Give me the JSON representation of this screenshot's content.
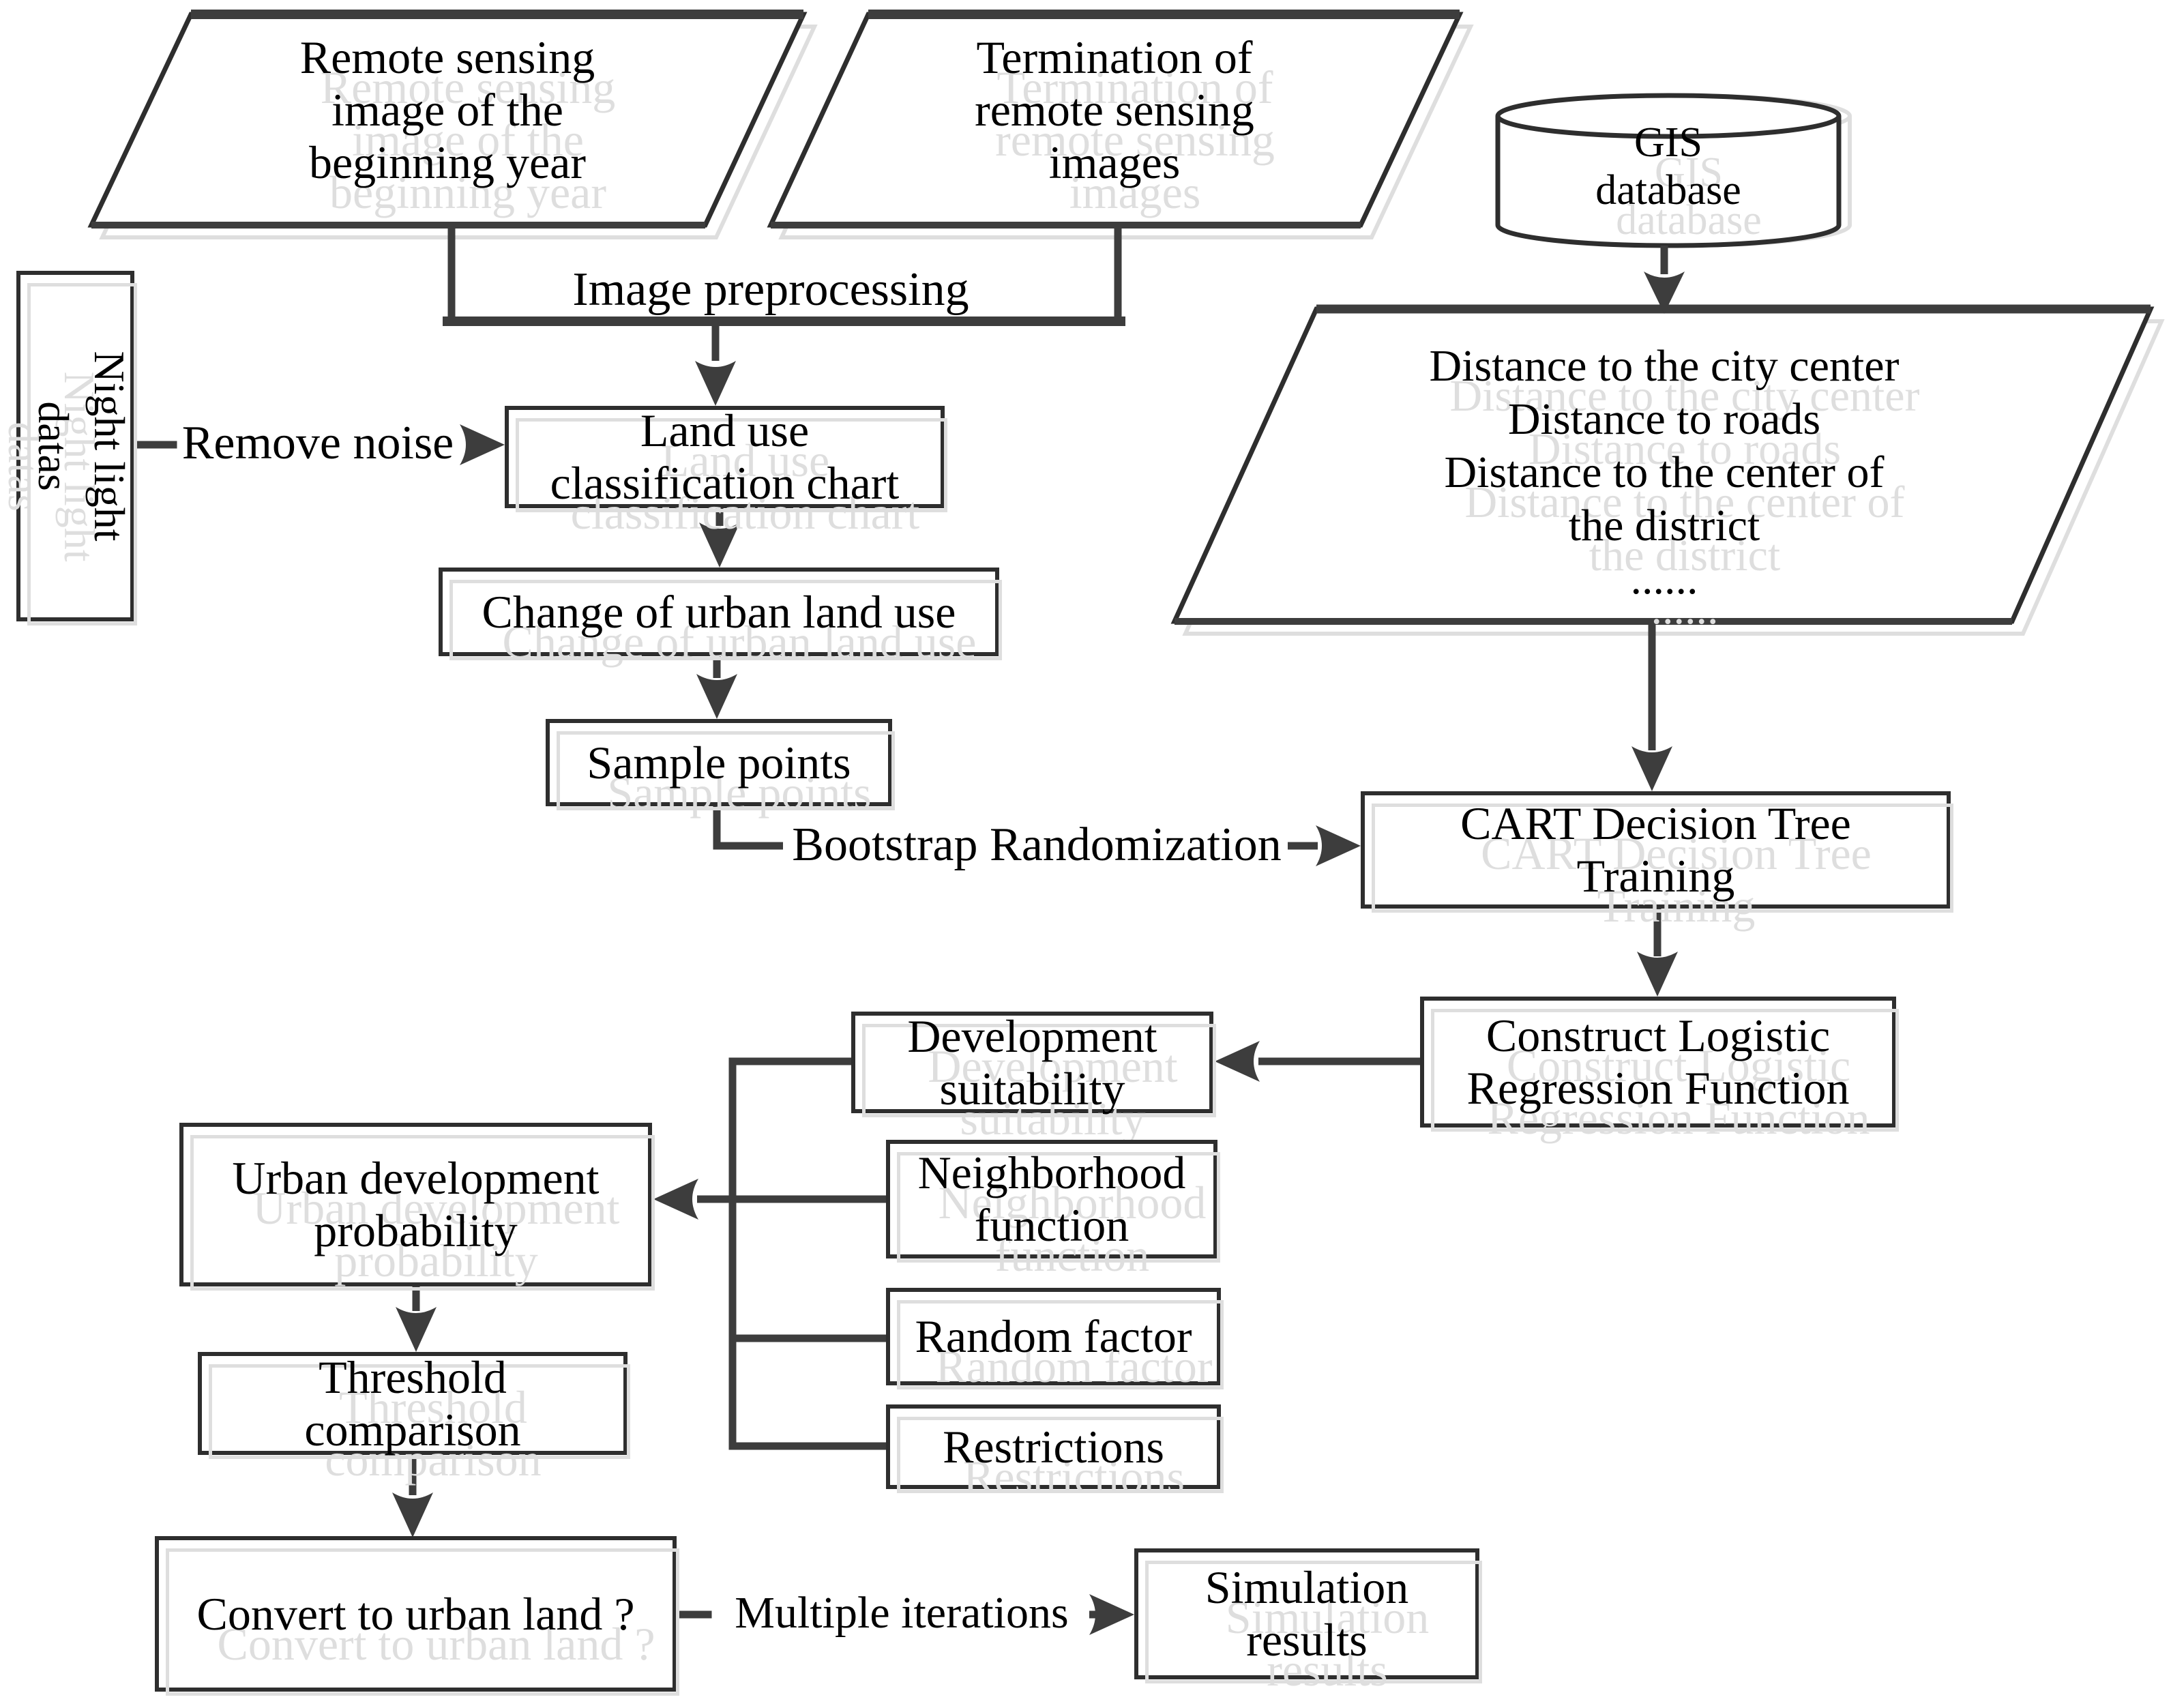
{
  "nodes": {
    "remote_sensing_begin": {
      "lines": [
        "Remote sensing",
        "image of the",
        "beginning year"
      ]
    },
    "termination_remote": {
      "lines": [
        "Termination of",
        "remote sensing",
        "images"
      ]
    },
    "gis_database": {
      "lines": [
        "GIS",
        "database"
      ]
    },
    "night_light": {
      "lines": [
        "Night light",
        "datas"
      ]
    },
    "distance_factors": {
      "lines": [
        "Distance to the city center",
        "Distance to roads",
        "Distance to the center of",
        "the district",
        "......"
      ]
    },
    "land_use_chart": {
      "lines": [
        "Land use",
        "classification chart"
      ]
    },
    "change_urban_land": {
      "lines": [
        "Change of urban land use"
      ]
    },
    "sample_points": {
      "lines": [
        "Sample points"
      ]
    },
    "cart_training": {
      "lines": [
        "CART Decision Tree",
        "Training"
      ]
    },
    "construct_logistic": {
      "lines": [
        "Construct Logistic",
        "Regression Function"
      ]
    },
    "development_suitability": {
      "lines": [
        "Development",
        "suitability"
      ]
    },
    "neighborhood_function": {
      "lines": [
        "Neighborhood",
        "function"
      ]
    },
    "random_factor": {
      "lines": [
        "Random factor"
      ]
    },
    "restrictions": {
      "lines": [
        "Restrictions"
      ]
    },
    "urban_dev_probability": {
      "lines": [
        "Urban development",
        "probability"
      ]
    },
    "threshold_comparison": {
      "lines": [
        "Threshold",
        "comparison"
      ]
    },
    "convert_to_urban": {
      "lines": [
        "Convert to urban land ?"
      ]
    },
    "simulation_results": {
      "lines": [
        "Simulation",
        "results"
      ]
    }
  },
  "edge_labels": {
    "image_preprocessing": "Image preprocessing",
    "remove_noise": "Remove noise",
    "bootstrap_randomization": "Bootstrap Randomization",
    "multiple_iterations": "Multiple iterations"
  },
  "colors": {
    "line": "#3d3d3d",
    "border": "#2e2e2e",
    "ghost": "#dedede",
    "text": "#000000",
    "background": "#ffffff"
  }
}
